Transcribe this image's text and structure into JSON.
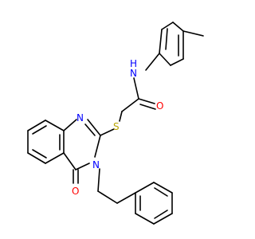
{
  "molecule": {
    "atoms": {
      "N_amide": "N",
      "H_amide": "H",
      "O_carbonyl": "O",
      "S_thioether": "S",
      "N_ring_top": "N",
      "N_ring_sub": "N",
      "O_ring": "O"
    }
  },
  "colors": {
    "bond": "#000000",
    "nitrogen": "#0000ff",
    "oxygen": "#ff0000",
    "sulfur": "#b8a400",
    "background": "#ffffff"
  }
}
